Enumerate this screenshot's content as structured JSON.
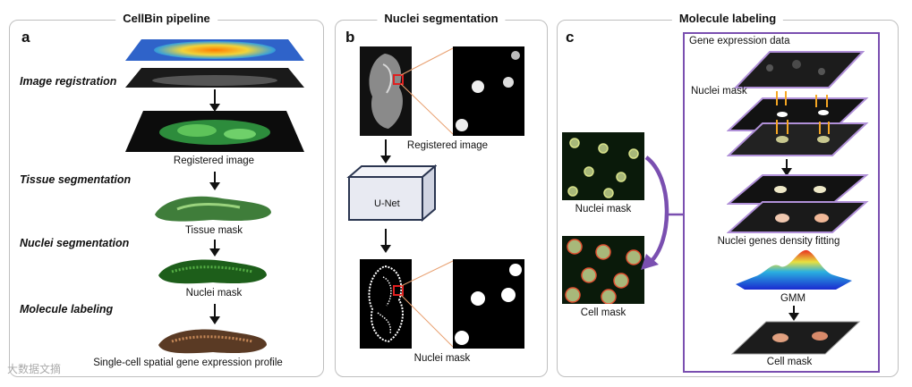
{
  "panel_a": {
    "letter": "a",
    "title": "CellBin pipeline",
    "steps": [
      "Image registration",
      "Tissue segmentation",
      "Nuclei segmentation",
      "Molecule labeling"
    ],
    "captions": [
      "Registered image",
      "Tissue mask",
      "Nuclei mask",
      "Single-cell spatial gene expression profile"
    ]
  },
  "panel_b": {
    "letter": "b",
    "title": "Nuclei segmentation",
    "captions": [
      "Registered image",
      "Nuclei mask"
    ],
    "model_label": "U-Net"
  },
  "panel_c": {
    "letter": "c",
    "title": "Molecule labeling",
    "left_captions": [
      "Nuclei mask",
      "Cell mask"
    ],
    "right_captions": [
      "Gene expression data",
      "Nuclei mask",
      "Nuclei genes density fitting",
      "GMM",
      "Cell mask"
    ]
  },
  "watermark": "大数据文摘",
  "colors": {
    "purple": "#7a4fb0",
    "orange": "#f5a623",
    "panel_border": "#bfbfbf"
  }
}
